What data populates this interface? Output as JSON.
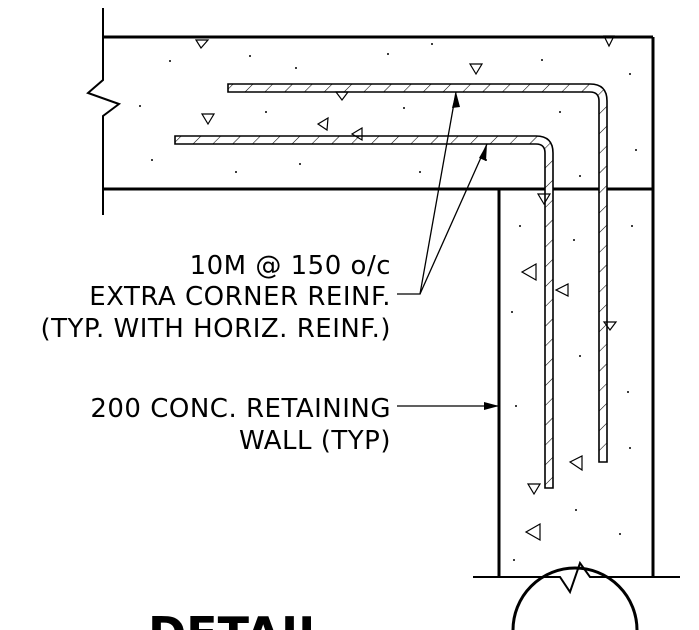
{
  "notes": {
    "corner_reinf": {
      "line1": "10M @ 150 o/c",
      "line2": "EXTRA CORNER REINF.",
      "line3": "(TYP. WITH HORIZ. REINF.)"
    },
    "retaining_wall": {
      "line1": "200 CONC. RETAINING",
      "line2": "WALL (TYP)"
    }
  },
  "title": {
    "text": "DETAIL"
  },
  "colors": {
    "ink": "#000000",
    "paper": "#ffffff"
  }
}
